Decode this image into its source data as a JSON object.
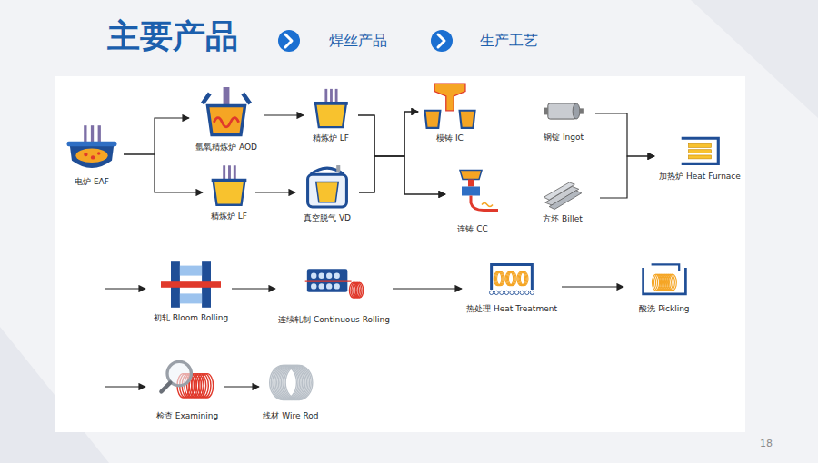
{
  "diagram": {
    "title": "主要产品",
    "nodes": [
      {
        "text": [
          "电炉 EAF"
        ]
      },
      {
        "text": [
          "氩氧精炼炉 AOD"
        ]
      },
      {
        "text": [
          "精炼炉 LF"
        ]
      },
      {
        "text": [
          "精炼炉 LF"
        ]
      },
      {
        "text": [
          "真空脱气 VD"
        ]
      },
      {
        "text": [
          "模铸 IC"
        ]
      },
      {
        "text": [
          "连铸 CC"
        ]
      },
      {
        "text": [
          "钢锭 Ingot"
        ]
      },
      {
        "text": [
          "方坯 Billet"
        ]
      },
      {
        "text": [
          "加热炉 Heat Furnace"
        ]
      },
      {
        "text": [
          "初轧 Bloom Rolling"
        ]
      },
      {
        "text": [
          "连续轧制 Continuous Rolling"
        ]
      },
      {
        "text": [
          "热处理 Heat Treatment"
        ]
      },
      {
        "text": [
          "酸洗 Pickling"
        ]
      },
      {
        "text": [
          "检查 Examining"
        ]
      },
      {
        "text": [
          "线材 Wire Rod"
        ]
      }
    ],
    "edges": [
      {
        "from": 0,
        "to": 1,
        "arrow": "to"
      },
      {
        "from": 0,
        "to": 3,
        "arrow": "to"
      },
      {
        "from": 1,
        "to": 2,
        "arrow": "to"
      },
      {
        "from": 3,
        "to": 4,
        "arrow": "to"
      },
      {
        "from": 2,
        "to": 5,
        "arrow": "to"
      },
      {
        "from": 2,
        "to": 6,
        "arrow": "to"
      },
      {
        "from": 4,
        "to": 5,
        "arrow": "to"
      },
      {
        "from": 4,
        "to": 6,
        "arrow": "to"
      },
      {
        "from": 7,
        "to": 9,
        "arrow": "to"
      },
      {
        "from": 8,
        "to": 9,
        "arrow": "to"
      },
      {
        "from": 10,
        "to": 11,
        "arrow": "to"
      },
      {
        "from": 11,
        "to": 12,
        "arrow": "to"
      },
      {
        "from": 12,
        "to": 13,
        "arrow": "to"
      },
      {
        "from": 14,
        "to": 15,
        "arrow": "to"
      }
    ],
    "labels": [
      "焊丝产品",
      "生产工艺",
      "18"
    ]
  }
}
